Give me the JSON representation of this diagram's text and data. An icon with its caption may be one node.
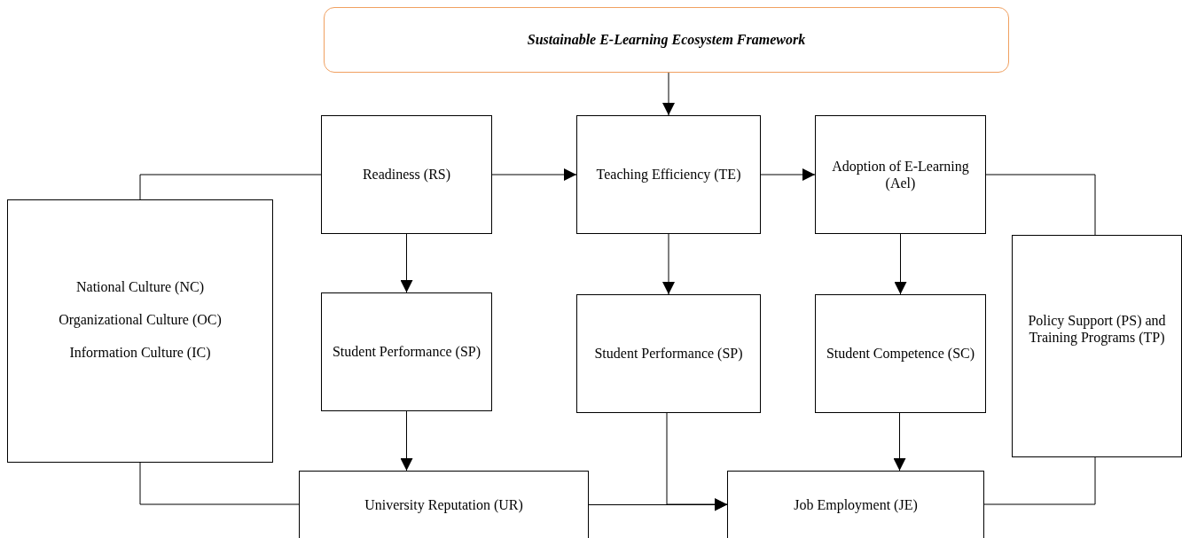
{
  "diagram": {
    "nodes": [
      {
        "text": [
          "Sustainable E-Learning Ecosystem Framework"
        ]
      },
      {
        "text": [
          "Readiness (RS)"
        ]
      },
      {
        "text": [
          "Teaching Efficiency (TE)"
        ]
      },
      {
        "text": [
          "Adoption of E-Learning (Ael)"
        ]
      },
      {
        "text": [
          "National Culture (NC)",
          "Organizational Culture (OC)",
          "Information Culture (IC)"
        ]
      },
      {
        "text": [
          "Student Performance (SP)"
        ]
      },
      {
        "text": [
          "Student Performance (SP)"
        ]
      },
      {
        "text": [
          "Student Competence (SC)"
        ]
      },
      {
        "text": [
          "Policy Support (PS) and Training Programs (TP)"
        ]
      },
      {
        "text": [
          "University Reputation (UR)"
        ]
      },
      {
        "text": [
          "Job Employment (JE)"
        ]
      }
    ],
    "edges": [
      {
        "from": 0,
        "to": 2,
        "arrow": "to"
      },
      {
        "from": 1,
        "to": 2,
        "arrow": "to"
      },
      {
        "from": 2,
        "to": 3,
        "arrow": "to"
      },
      {
        "from": 4,
        "to": 1,
        "arrow": "none"
      },
      {
        "from": 1,
        "to": 5,
        "arrow": "to"
      },
      {
        "from": 5,
        "to": 9,
        "arrow": "to"
      },
      {
        "from": 2,
        "to": 6,
        "arrow": "to"
      },
      {
        "from": 3,
        "to": 7,
        "arrow": "to"
      },
      {
        "from": 7,
        "to": 10,
        "arrow": "to"
      },
      {
        "from": 4,
        "to": 9,
        "arrow": "none"
      },
      {
        "from": 9,
        "to": 10,
        "arrow": "to"
      },
      {
        "from": 6,
        "to": 10,
        "arrow": "to"
      },
      {
        "from": 3,
        "to": 8,
        "arrow": "none"
      },
      {
        "from": 8,
        "to": 10,
        "arrow": "none"
      }
    ]
  }
}
